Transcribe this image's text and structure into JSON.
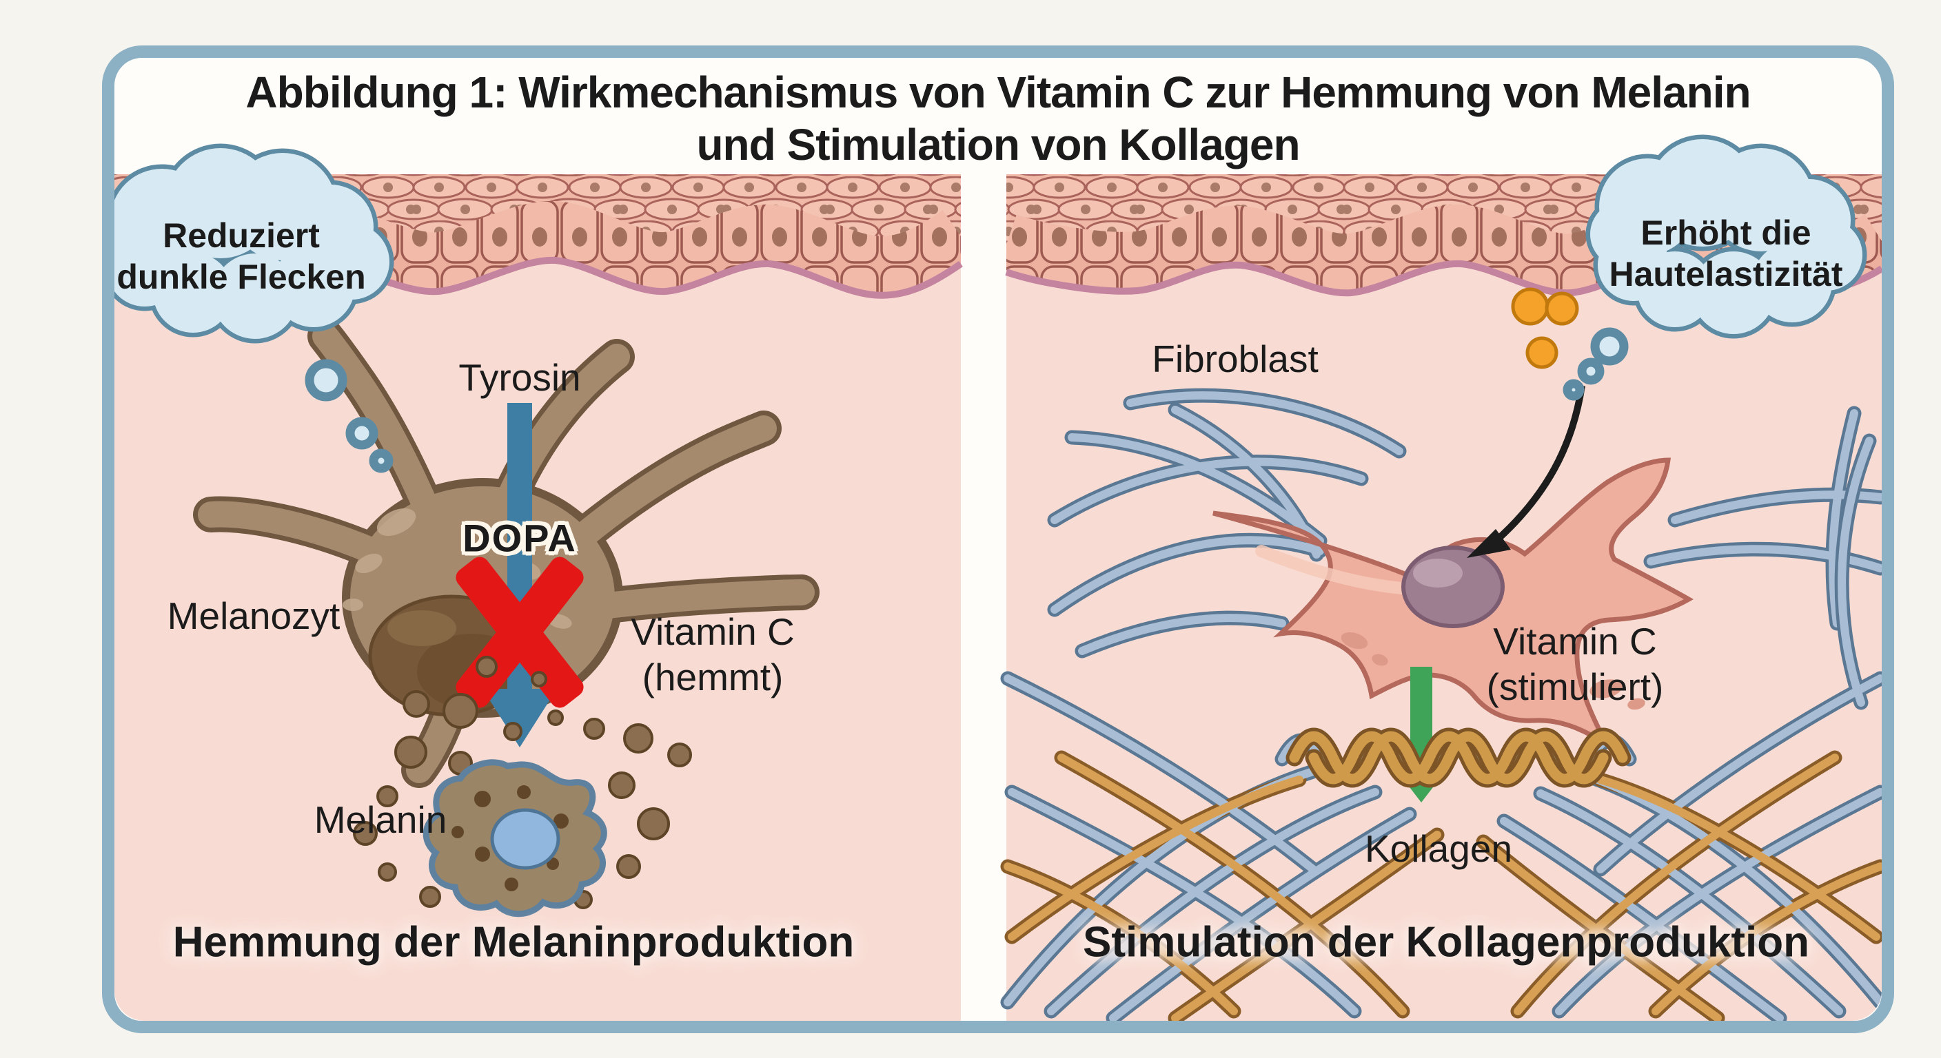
{
  "figure_title": {
    "line1": "Abbildung 1: Wirkmechanismus von Vitamin C zur Hemmung von Melanin",
    "line2": "und Stimulation von Kollagen"
  },
  "left_panel": {
    "thought_bubble": {
      "line1": "Reduziert",
      "line2": "dunkle Flecken"
    },
    "labels": {
      "substrate": "Tyrosin",
      "intermediate": "DOPA",
      "cell": "Melanozyt",
      "vitamin_line1": "Vitamin C",
      "vitamin_line2": "(hemmt)",
      "product": "Melanin"
    },
    "caption": "Hemmung der Melaninproduktion"
  },
  "right_panel": {
    "thought_bubble": {
      "line1": "Erhöht die",
      "line2": "Hautelastizität"
    },
    "labels": {
      "cell": "Fibroblast",
      "vitamin_line1": "Vitamin C",
      "vitamin_line2": "(stimuliert)",
      "product": "Kollagen"
    },
    "caption": "Stimulation der Kollagenproduktion"
  },
  "colors": {
    "frame_border": "#8cb0c4",
    "panel_background": "#f8dcd3",
    "thought_bubble_fill": "#d7e9f2",
    "thought_bubble_stroke": "#5d8ba3",
    "pathway_arrow_blue": "#3e7ea4",
    "inhibit_x_red": "#e41717",
    "stimulate_arrow_green": "#3fa457",
    "uptake_arrow_black": "#1c1c1c",
    "melanocyte_brown": "#a68a6e",
    "melanin_granule_brown": "#8b6d4f",
    "fibroblast_pink": "#efaf9f",
    "nucleus_mauve": "#9d7e91",
    "collagen_fiber_tan": "#d8a054",
    "elastic_fiber_blue": "#a9bdd4",
    "vitamin_c_dot_orange": "#f4a22a",
    "epidermis_cell": "#f3c1b0",
    "basement_membrane": "#c4839e"
  }
}
